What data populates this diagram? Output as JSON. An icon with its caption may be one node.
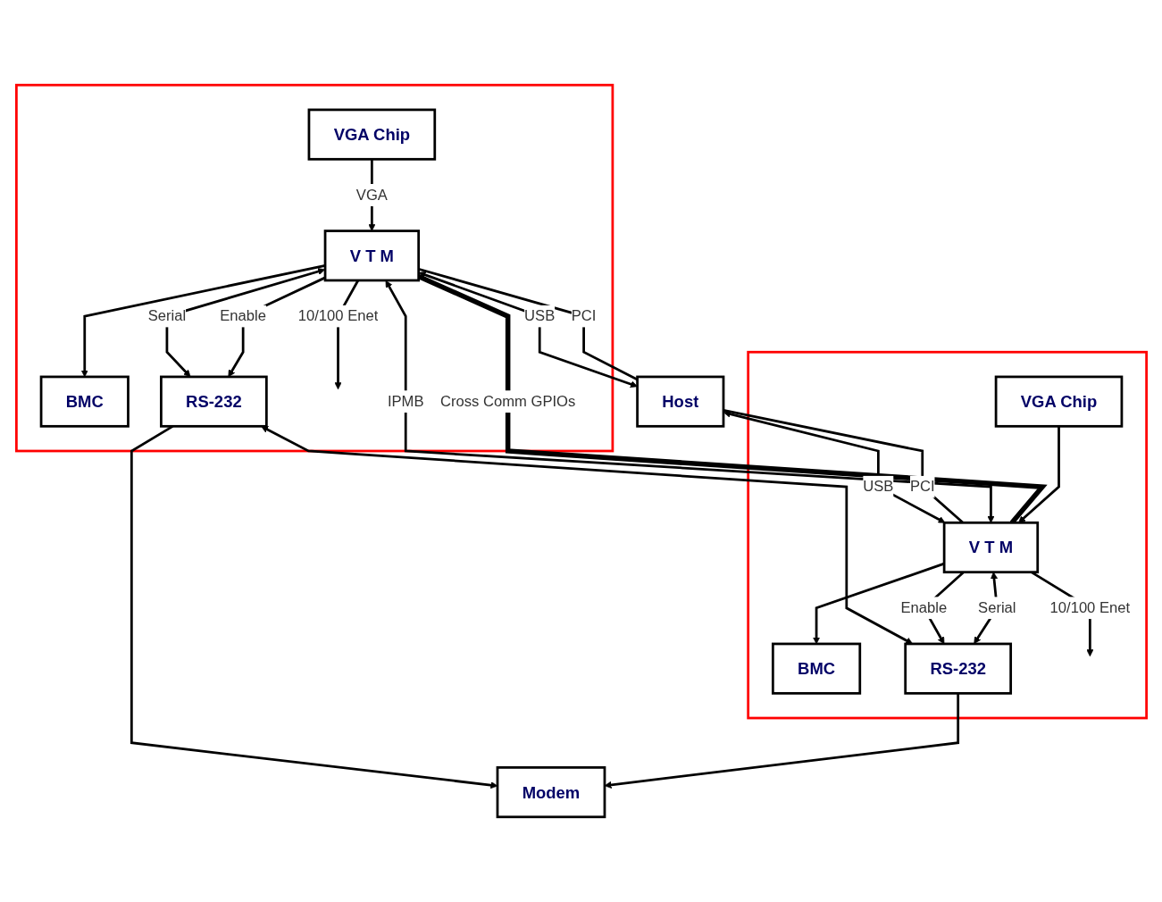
{
  "diagram": {
    "nodes": [
      {
        "text": [],
        "shape": "box"
      },
      {
        "text": [
          "V T M"
        ],
        "in": 0
      },
      {
        "text": [
          "Host"
        ]
      },
      {
        "text": [
          "BMC"
        ],
        "in": 0
      },
      {
        "text": [
          "VGA Chip"
        ],
        "in": 0
      },
      {
        "text": [
          "RS-232"
        ],
        "in": 0
      },
      {
        "text": [],
        "shape": "box"
      },
      {
        "text": [
          "V T M"
        ],
        "in": 6
      },
      {
        "text": [
          "BMC"
        ],
        "in": 6
      },
      {
        "text": [
          "VGA Chip"
        ],
        "in": 6
      },
      {
        "text": [
          "RS-232"
        ],
        "in": 6
      },
      {
        "text": [
          "Modem"
        ]
      }
    ],
    "edges": [
      {
        "from": 1,
        "to": 2,
        "arrow": "both",
        "label": "USB"
      },
      {
        "from": 2,
        "to": 7,
        "arrow": "both",
        "label": "USB"
      },
      {
        "from": 2,
        "to": 1,
        "arrow": "none",
        "label": "PCI"
      },
      {
        "from": 2,
        "to": 7,
        "arrow": "none",
        "label": "PCI"
      },
      {
        "from": 1,
        "to": 7,
        "arrow": "both",
        "label": "IPMB"
      },
      {
        "from": 1,
        "to": 3,
        "arrow": "to"
      },
      {
        "from": 7,
        "to": 8,
        "arrow": "to"
      },
      {
        "from": 1,
        "to": 7,
        "arrow": "none",
        "label": "Cross Comm GPIOs",
        "style": "thick"
      },
      {
        "from": 4,
        "to": 1,
        "arrow": "to",
        "label": "VGA"
      },
      {
        "from": 9,
        "to": 7,
        "arrow": "to"
      },
      {
        "from": 1,
        "to": 5,
        "arrow": "both",
        "label": "Serial"
      },
      {
        "from": 1,
        "to": 5,
        "arrow": "to",
        "label": "Enable"
      },
      {
        "from": 5,
        "to": 10,
        "arrow": "both"
      },
      {
        "from": 5,
        "to": 11,
        "arrow": "to"
      },
      {
        "from": 10,
        "to": 11,
        "arrow": "to"
      },
      {
        "from": 10,
        "to": 7,
        "arrow": "both",
        "label": "Serial"
      },
      {
        "from": 7,
        "to": 10,
        "arrow": "to",
        "label": "Enable"
      },
      {
        "from": 1,
        "to": null,
        "arrow": "to",
        "label": "10/100 Enet"
      },
      {
        "from": 7,
        "to": null,
        "arrow": "to",
        "label": "10/100 Enet"
      }
    ]
  }
}
